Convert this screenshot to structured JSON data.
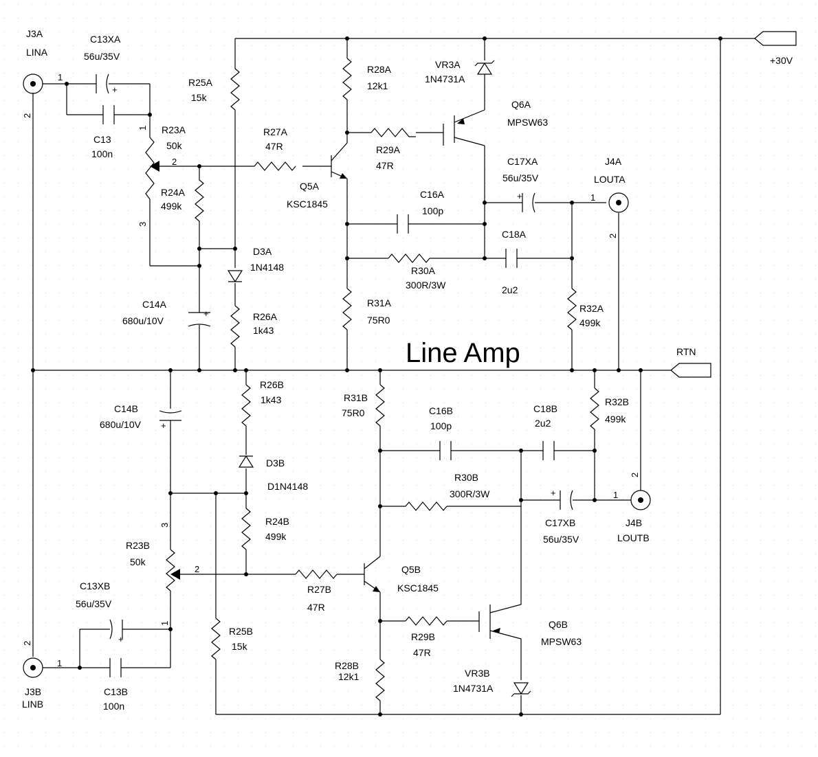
{
  "title": "Line Amp",
  "nets": {
    "supply": "+30V",
    "return": "RTN"
  },
  "pin_numbers": {
    "one": "1",
    "two": "2",
    "three": "3"
  },
  "channel_a": {
    "J3A": {
      "ref": "J3A",
      "name": "LINA"
    },
    "C13XA": {
      "ref": "C13XA",
      "value": "56u/35V"
    },
    "C13": {
      "ref": "C13",
      "value": "100n"
    },
    "R25A": {
      "ref": "R25A",
      "value": "15k"
    },
    "R23A": {
      "ref": "R23A",
      "value": "50k"
    },
    "R24A": {
      "ref": "R24A",
      "value": "499k"
    },
    "R27A": {
      "ref": "R27A",
      "value": "47R"
    },
    "D3A": {
      "ref": "D3A",
      "value": "1N4148"
    },
    "C14A": {
      "ref": "C14A",
      "value": "680u/10V"
    },
    "R26A": {
      "ref": "R26A",
      "value": "1k43"
    },
    "R28A": {
      "ref": "R28A",
      "value": "12k1"
    },
    "VR3A": {
      "ref": "VR3A",
      "value": "1N4731A"
    },
    "Q6A": {
      "ref": "Q6A",
      "value": "MPSW63"
    },
    "R29A": {
      "ref": "R29A",
      "value": "47R"
    },
    "Q5A": {
      "ref": "Q5A",
      "value": "KSC1845"
    },
    "C17XA": {
      "ref": "C17XA",
      "value": "56u/35V"
    },
    "J4A": {
      "ref": "J4A",
      "name": "LOUTA"
    },
    "C16A": {
      "ref": "C16A",
      "value": "100p"
    },
    "C18A": {
      "ref": "C18A",
      "value": "2u2"
    },
    "R30A": {
      "ref": "R30A",
      "value": "300R/3W"
    },
    "R31A": {
      "ref": "R31A",
      "value": "75R0"
    },
    "R32A": {
      "ref": "R32A",
      "value": "499k"
    }
  },
  "channel_b": {
    "C14B": {
      "ref": "C14B",
      "value": "680u/10V"
    },
    "R26B": {
      "ref": "R26B",
      "value": "1k43"
    },
    "R31B": {
      "ref": "R31B",
      "value": "75R0"
    },
    "C16B": {
      "ref": "C16B",
      "value": "100p"
    },
    "C18B": {
      "ref": "C18B",
      "value": "2u2"
    },
    "R32B": {
      "ref": "R32B",
      "value": "499k"
    },
    "D3B": {
      "ref": "D3B",
      "value": "D1N4148"
    },
    "R30B": {
      "ref": "R30B",
      "value": "300R/3W"
    },
    "C17XB": {
      "ref": "C17XB",
      "value": "56u/35V"
    },
    "J4B": {
      "ref": "J4B",
      "name": "LOUTB"
    },
    "R24B": {
      "ref": "R24B",
      "value": "499k"
    },
    "R23B": {
      "ref": "R23B",
      "value": "50k"
    },
    "Q5B": {
      "ref": "Q5B",
      "value": "KSC1845"
    },
    "R27B": {
      "ref": "R27B",
      "value": "47R"
    },
    "C13XB": {
      "ref": "C13XB",
      "value": "56u/35V"
    },
    "Q6B": {
      "ref": "Q6B",
      "value": "MPSW63"
    },
    "R29B": {
      "ref": "R29B",
      "value": "47R"
    },
    "R25B": {
      "ref": "R25B",
      "value": "15k"
    },
    "R28B": {
      "ref": "R28B",
      "value": "12k1"
    },
    "VR3B": {
      "ref": "VR3B",
      "value": "1N4731A"
    },
    "C13B": {
      "ref": "C13B",
      "value": "100n"
    },
    "J3B": {
      "ref": "J3B",
      "name": "LINB"
    }
  }
}
